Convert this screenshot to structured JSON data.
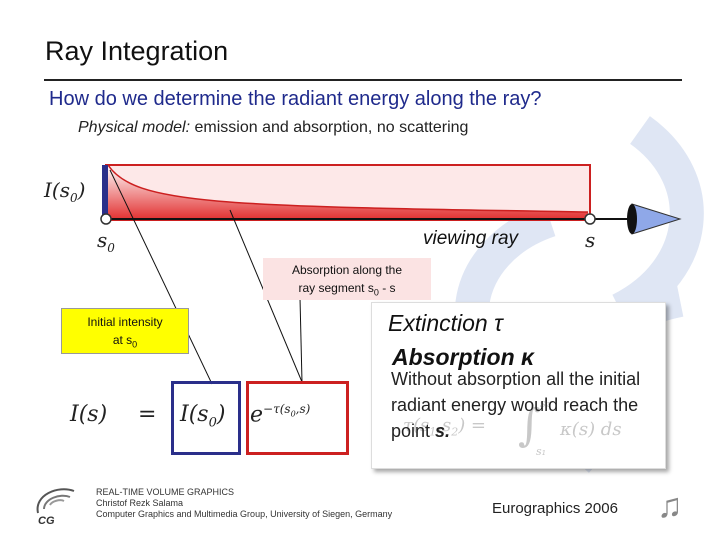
{
  "header": {
    "title": "Ray Integration",
    "subtitle": "How do we determine the radiant energy along the ray?",
    "physical_model_label": "Physical model:",
    "physical_model_text": " emission and absorption, no scattering"
  },
  "diagram": {
    "intensity_label": "I(s",
    "intensity_sub": "0",
    "intensity_close": ")",
    "s0_label": "s",
    "s0_sub": "0",
    "s_label": "s",
    "viewing_ray_label": "viewing ray"
  },
  "callouts": {
    "absorption_line1": "Absorption along the",
    "absorption_line2": "ray segment s",
    "absorption_sub": "0",
    "absorption_tail": " - s",
    "initial_line1": "Initial intensity",
    "initial_line2": "at s",
    "initial_sub": "0"
  },
  "info": {
    "extinction": "Extinction τ",
    "absorption": "Absorption κ",
    "text_before": "Without absorption all the initial radiant energy would reach the point ",
    "point": "s."
  },
  "equation": {
    "lhs": "I(s)",
    "eq": "=",
    "i0": "I(s",
    "i0_sub": "0",
    "i0_close": ")",
    "e": "e",
    "exp": "−τ(s",
    "exp_sub": "0",
    "exp_close": ",s)",
    "tau_text": "τ(s",
    "tau_sub1": "1",
    "tau_mid": ",s",
    "tau_sub2": "2",
    "tau_close": ") =",
    "int_upper": "s₂",
    "int_lower": "s₁",
    "integrand": "κ(s) ds"
  },
  "footer": {
    "line1": "REAL-TIME VOLUME GRAPHICS",
    "line2": "Christof Rezk Salama",
    "line3": "Computer Graphics and Multimedia Group, University of Siegen, Germany",
    "event": "Eurographics 2006",
    "logo_text": "CG"
  },
  "colors": {
    "title_blue": "#1f2a8c",
    "gradient_red": "#e23232",
    "box_blue": "#2a2f8a",
    "box_red": "#cc2020",
    "callout_yellow": "#ffff00",
    "watermark_blue": "#dfe6f4"
  },
  "icons": {
    "eye": "eye-icon",
    "note": "music-note-icon",
    "logo": "cg-logo-icon"
  }
}
